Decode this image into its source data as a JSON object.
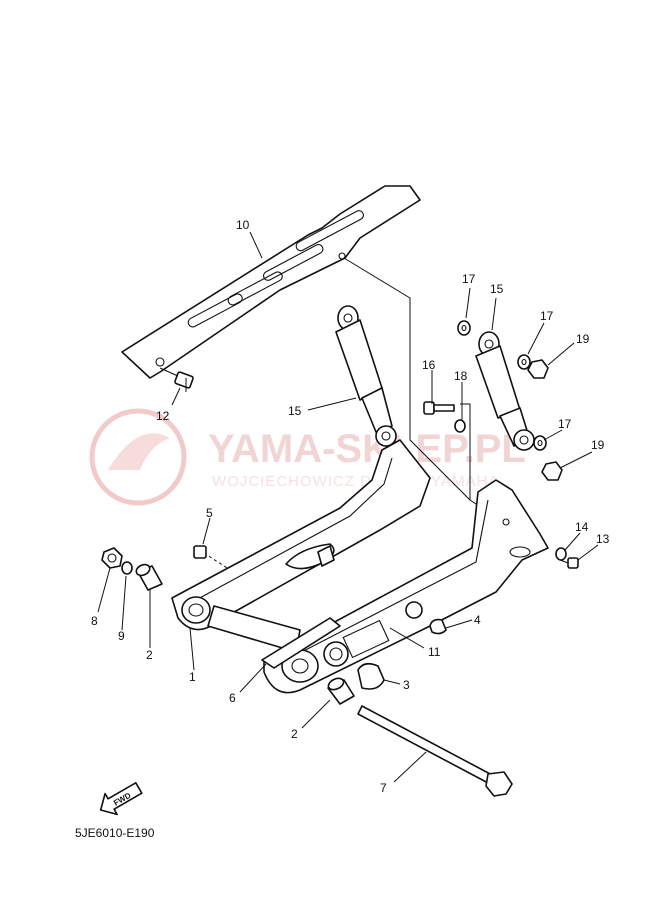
{
  "watermark": {
    "brand": "YAMA-SKLEP.PL",
    "tagline": "WOJCIECHOWICZ DEALER YAMAHA",
    "color": "#e8a0a0"
  },
  "fwd_label": "FWD",
  "diagram_code": "5JE6010-E190",
  "callouts": [
    {
      "id": "c10",
      "text": "10"
    },
    {
      "id": "c12",
      "text": "12"
    },
    {
      "id": "c15a",
      "text": "15"
    },
    {
      "id": "c17a",
      "text": "17"
    },
    {
      "id": "c15b",
      "text": "15"
    },
    {
      "id": "c17b",
      "text": "17"
    },
    {
      "id": "c19a",
      "text": "19"
    },
    {
      "id": "c16",
      "text": "16"
    },
    {
      "id": "c18",
      "text": "18"
    },
    {
      "id": "c17c",
      "text": "17"
    },
    {
      "id": "c19b",
      "text": "19"
    },
    {
      "id": "c5",
      "text": "5"
    },
    {
      "id": "c14",
      "text": "14"
    },
    {
      "id": "c13",
      "text": "13"
    },
    {
      "id": "c8",
      "text": "8"
    },
    {
      "id": "c9",
      "text": "9"
    },
    {
      "id": "c2a",
      "text": "2"
    },
    {
      "id": "c4",
      "text": "4"
    },
    {
      "id": "c1",
      "text": "1"
    },
    {
      "id": "c11",
      "text": "11"
    },
    {
      "id": "c3",
      "text": "3"
    },
    {
      "id": "c6",
      "text": "6"
    },
    {
      "id": "c2b",
      "text": "2"
    },
    {
      "id": "c7",
      "text": "7"
    }
  ]
}
